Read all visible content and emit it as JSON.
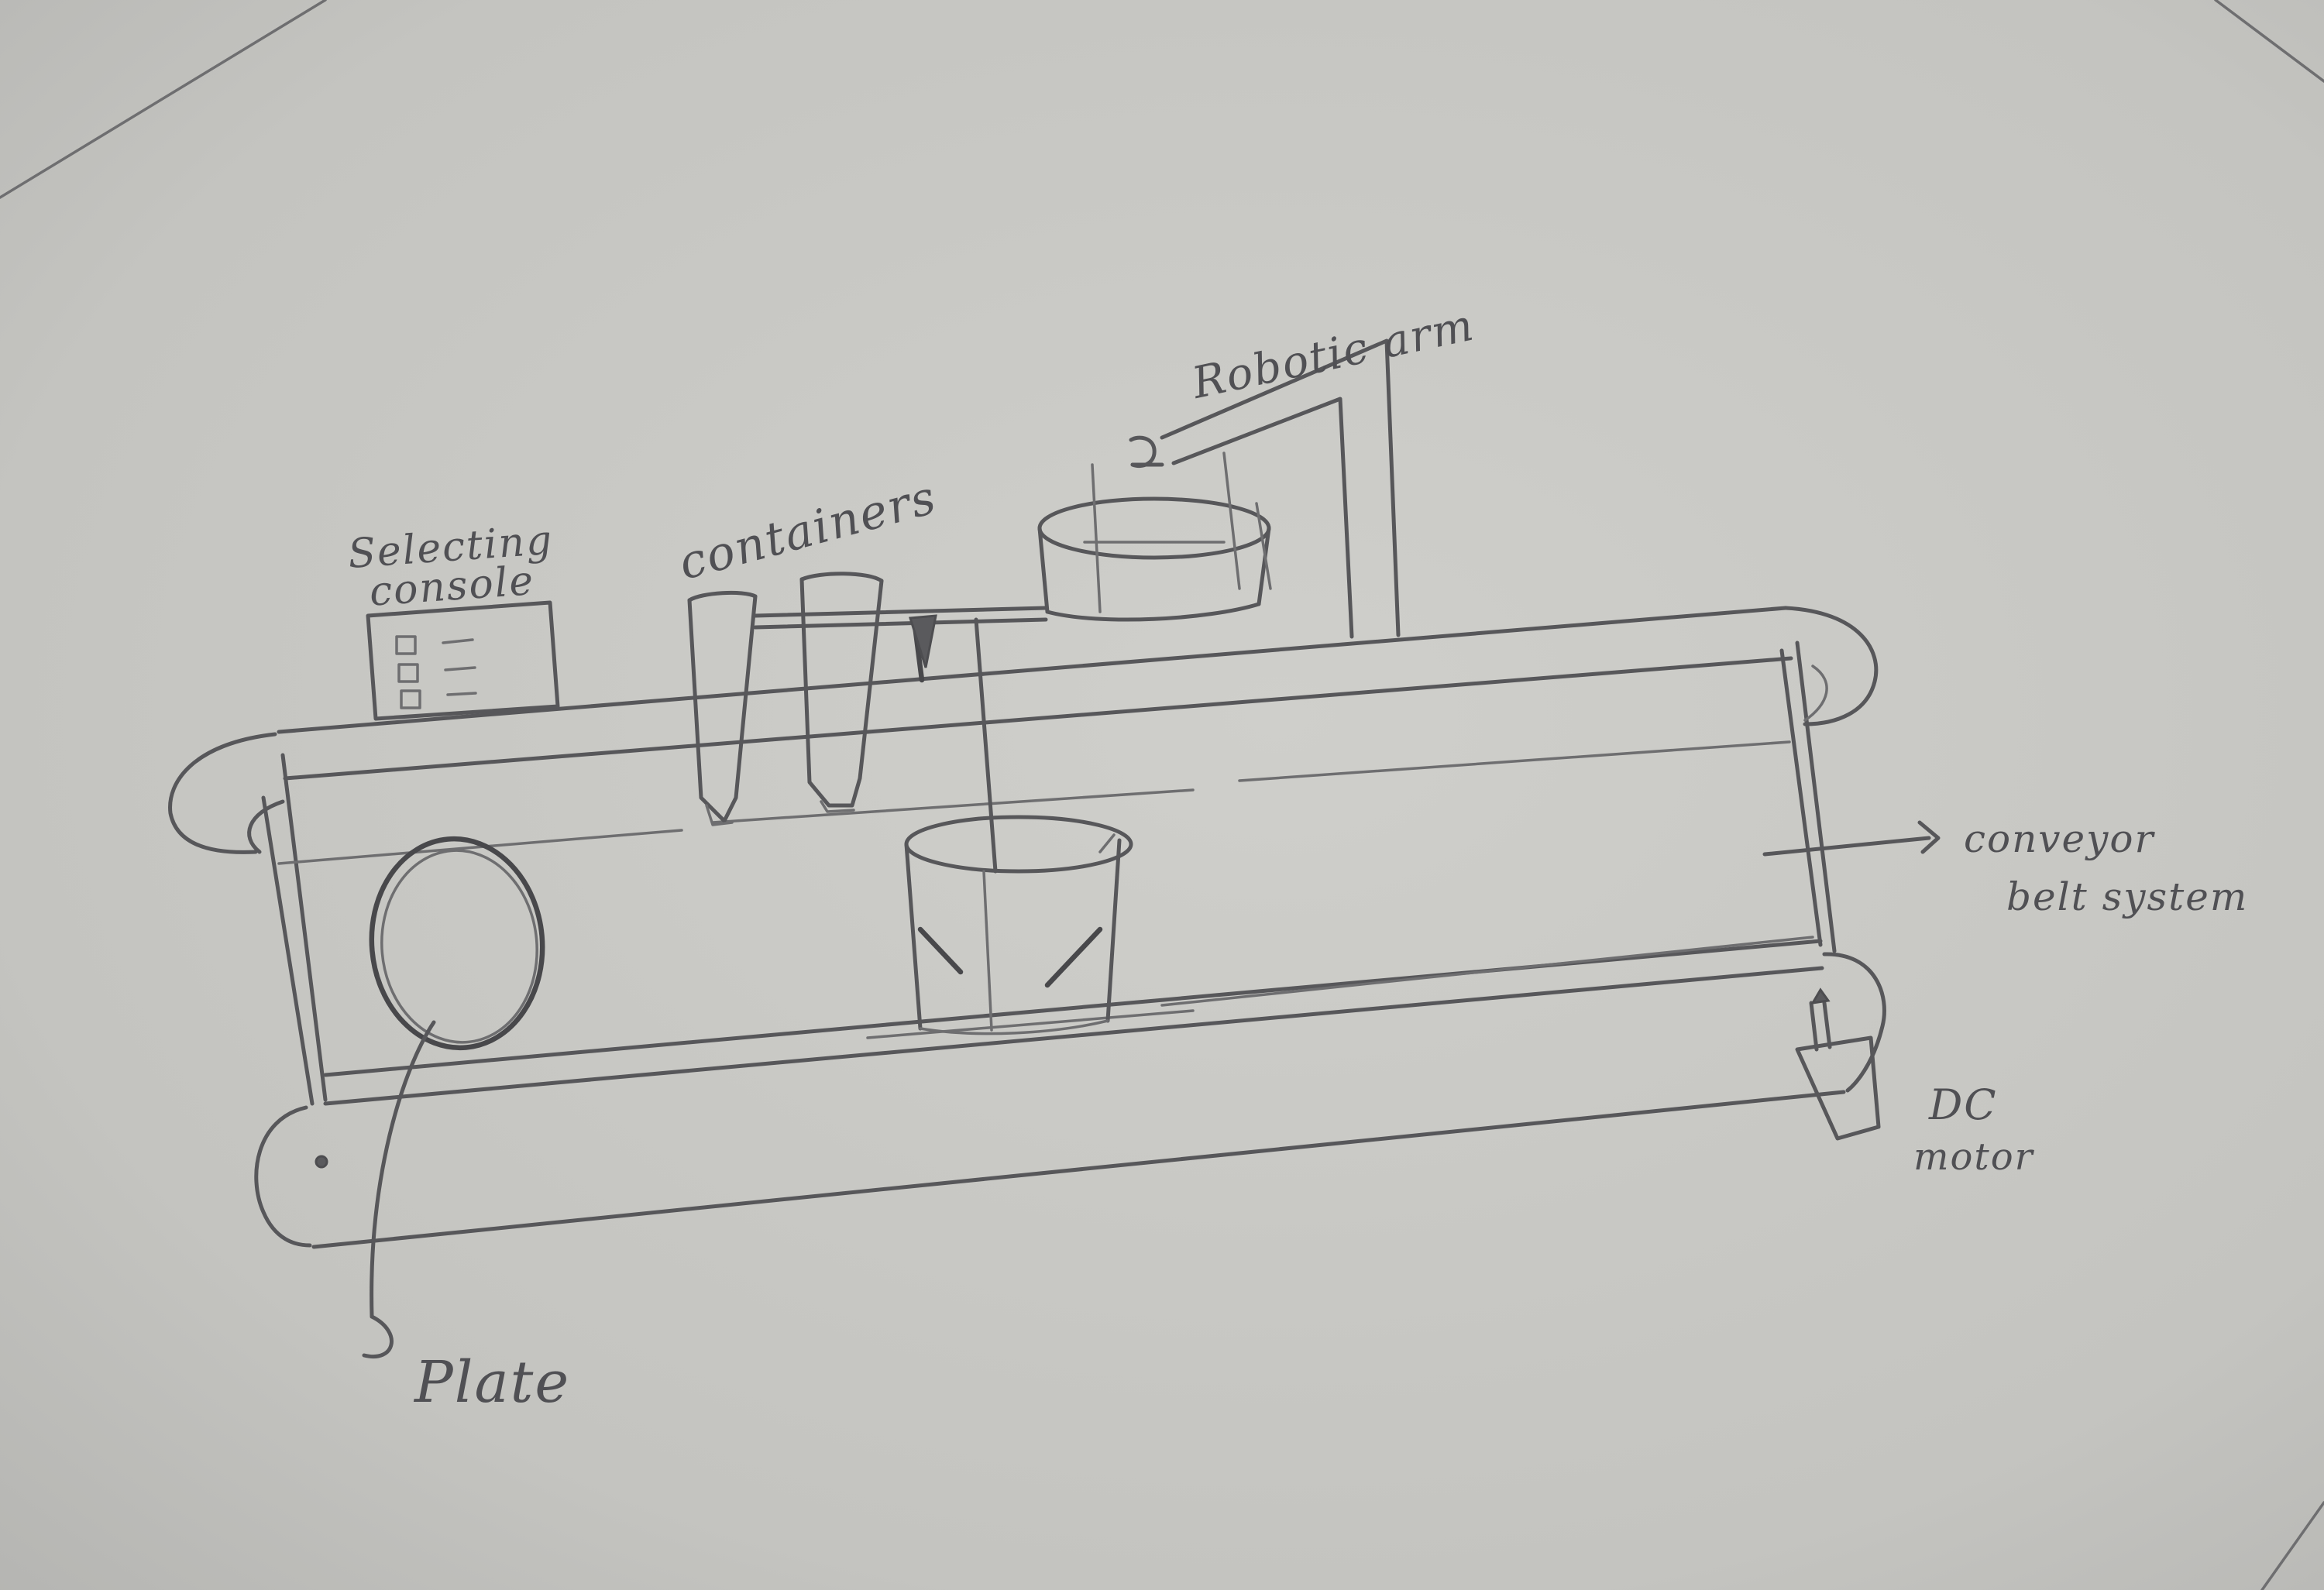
{
  "labels": {
    "selecting_console": [
      "Selecting",
      "console"
    ],
    "containers": "containers",
    "robotic_arm": "Robotic arm",
    "conveyor_belt": [
      "conveyor",
      "belt system"
    ],
    "dc_motor": [
      "DC",
      "motor"
    ],
    "plate": "Plate"
  },
  "colors": {
    "paper": "#c9c9c5",
    "pencil": "#57575a"
  }
}
